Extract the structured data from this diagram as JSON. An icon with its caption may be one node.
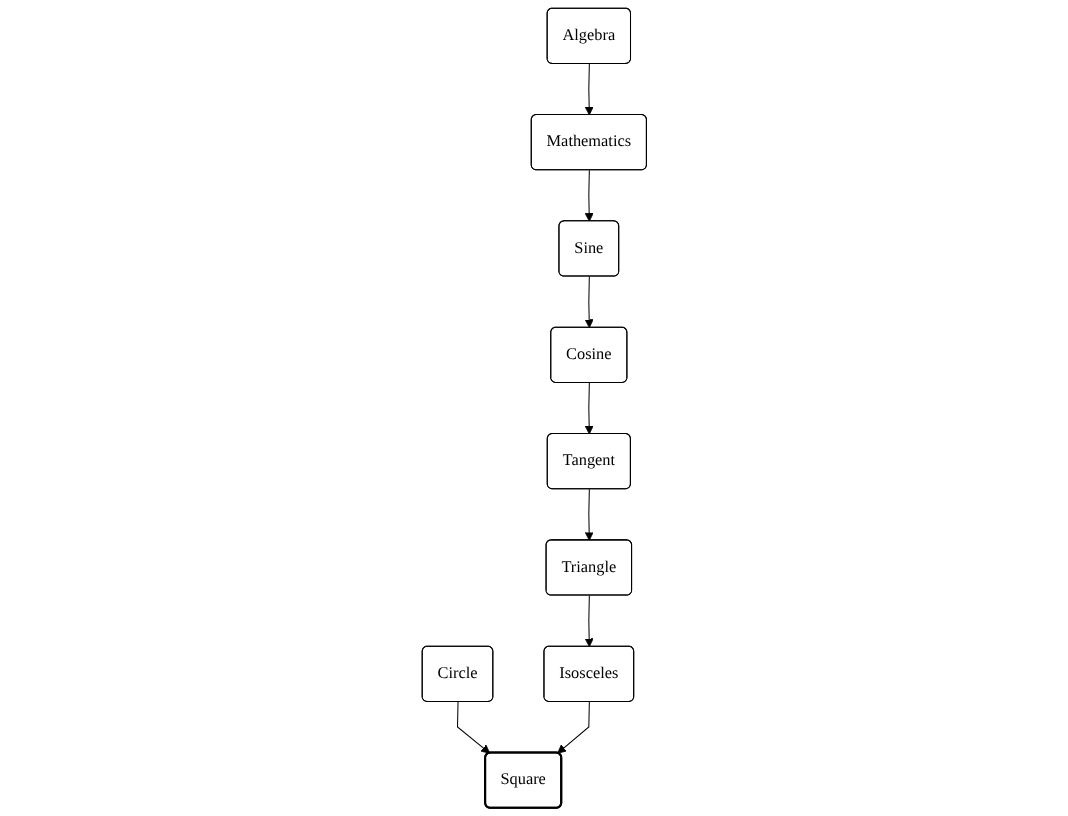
{
  "diagram": {
    "nodes": [
      {
        "text": [
          "Algebra"
        ]
      },
      {
        "text": [
          "Mathematics"
        ]
      },
      {
        "text": [
          "Sine"
        ]
      },
      {
        "text": [
          "Cosine"
        ]
      },
      {
        "text": [
          "Tangent"
        ]
      },
      {
        "text": [
          "Triangle"
        ]
      },
      {
        "text": [
          "Circle"
        ]
      },
      {
        "text": [
          "Isosceles"
        ]
      },
      {
        "text": [
          "Square"
        ]
      }
    ],
    "edges": [
      {
        "from": 0,
        "to": 1,
        "arrow": "to"
      },
      {
        "from": 1,
        "to": 2,
        "arrow": "to"
      },
      {
        "from": 2,
        "to": 3,
        "arrow": "to"
      },
      {
        "from": 3,
        "to": 4,
        "arrow": "to"
      },
      {
        "from": 4,
        "to": 5,
        "arrow": "to"
      },
      {
        "from": 5,
        "to": 7,
        "arrow": "to"
      },
      {
        "from": 6,
        "to": 8,
        "arrow": "to"
      },
      {
        "from": 7,
        "to": 8,
        "arrow": "to"
      }
    ]
  }
}
